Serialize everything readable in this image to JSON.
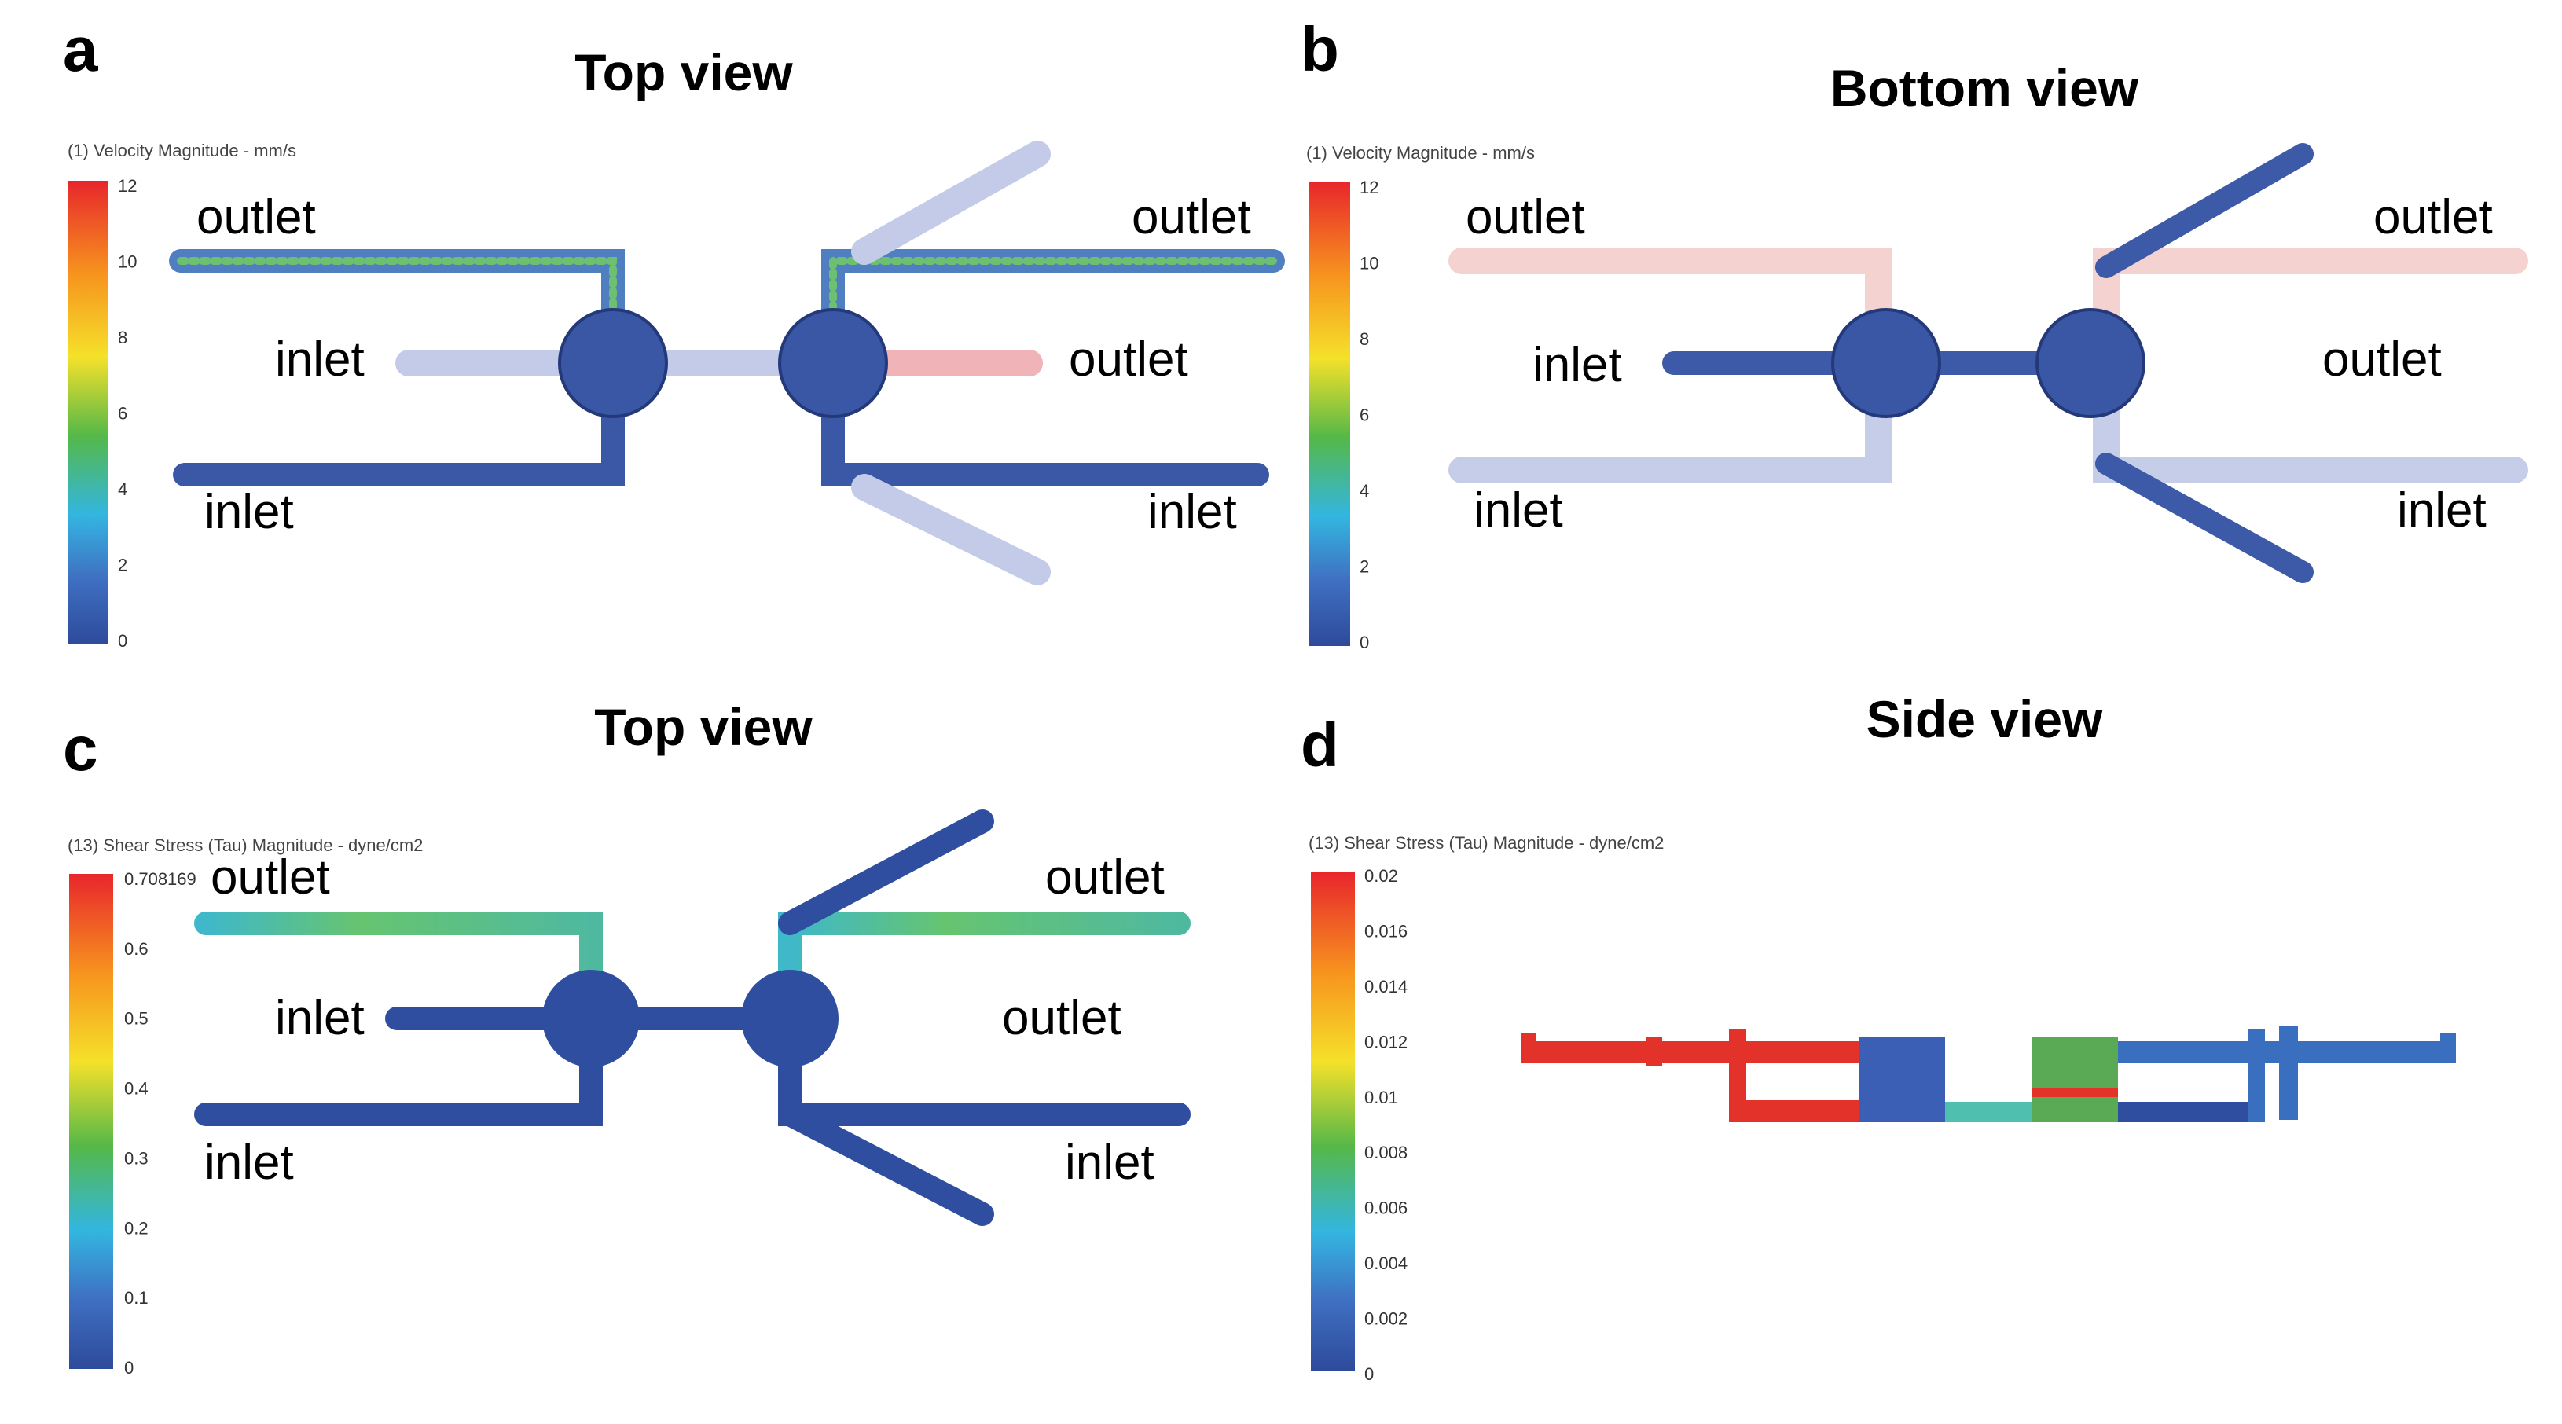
{
  "panels": {
    "a": {
      "letter": "a",
      "title": "Top view",
      "scale": {
        "label": "(1) Velocity Magnitude - mm/s",
        "ticks": [
          "12",
          "10",
          "8",
          "6",
          "4",
          "2",
          "0"
        ]
      },
      "labels": [
        "outlet",
        "inlet",
        "inlet",
        "outlet",
        "outlet",
        "inlet"
      ]
    },
    "b": {
      "letter": "b",
      "title": "Bottom view",
      "scale": {
        "label": "(1) Velocity Magnitude - mm/s",
        "ticks": [
          "12",
          "10",
          "8",
          "6",
          "4",
          "2",
          "0"
        ]
      },
      "labels": [
        "outlet",
        "inlet",
        "inlet",
        "outlet",
        "outlet",
        "inlet"
      ]
    },
    "c": {
      "letter": "c",
      "title": "Top view",
      "scale": {
        "label": "(13) Shear Stress (Tau) Magnitude - dyne/cm2",
        "ticks": [
          "0.708169",
          "0.6",
          "0.5",
          "0.4",
          "0.3",
          "0.2",
          "0.1",
          "0"
        ]
      },
      "labels": [
        "outlet",
        "inlet",
        "inlet",
        "outlet",
        "outlet",
        "inlet"
      ]
    },
    "d": {
      "letter": "d",
      "title": "Side view",
      "scale": {
        "label": "(13) Shear Stress (Tau) Magnitude - dyne/cm2",
        "ticks": [
          "0.02",
          "0.016",
          "0.014",
          "0.012",
          "0.01",
          "0.008",
          "0.006",
          "0.004",
          "0.002",
          "0"
        ]
      }
    }
  },
  "colors": {
    "scale_top": "#e8262c",
    "scale_mid": "#55b848",
    "scale_bottom": "#2e4a9b",
    "pipe_dark": "#2f4ea0",
    "pipe_light": "#b9c3e3",
    "pipe_hot": "#e03a2a",
    "pipe_cyan": "#33b6c9",
    "pipe_green": "#5bbf7a"
  }
}
